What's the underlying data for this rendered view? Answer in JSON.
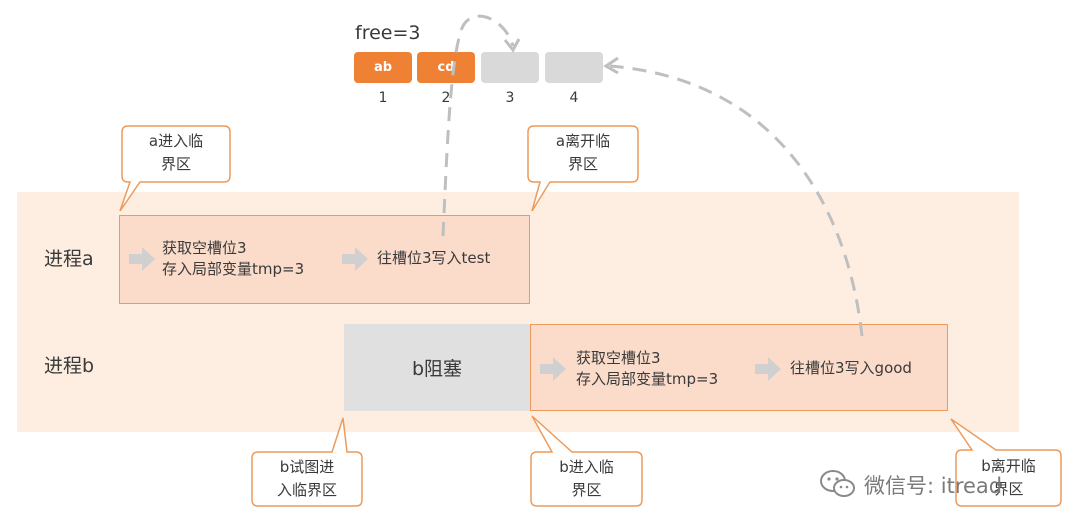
{
  "free_label": "free=3",
  "slots": [
    {
      "label": "ab",
      "number": "1",
      "state": "filled"
    },
    {
      "label": "cd",
      "number": "2",
      "state": "filled"
    },
    {
      "label": "",
      "number": "3",
      "state": "empty"
    },
    {
      "label": "",
      "number": "4",
      "state": "empty"
    }
  ],
  "process_a": {
    "label": "进程a",
    "step1": [
      "获取空槽位3",
      "存入局部变量tmp=3"
    ],
    "step2": "往槽位3写入test"
  },
  "process_b": {
    "label": "进程b",
    "blocked": "b阻塞",
    "step1": [
      "获取空槽位3",
      "存入局部变量tmp=3"
    ],
    "step2": "往槽位3写入good"
  },
  "callouts": {
    "a_enter": [
      "a进入临",
      "界区"
    ],
    "a_leave": [
      "a离开临",
      "界区"
    ],
    "b_try": [
      "b试图进",
      "入临界区"
    ],
    "b_enter": [
      "b进入临",
      "界区"
    ],
    "b_leave": [
      "b离开临",
      "界区"
    ]
  },
  "watermark": "微信号: itread",
  "colors": {
    "accent": "#ee8134",
    "slot_empty": "#d9d9d9",
    "band": "#fdeee1",
    "critical_fill": "#fbdccb",
    "critical_border": "#ee9a5a",
    "blocked_fill": "#e0e0e0",
    "arrow": "#d0d0d0",
    "dashed": "#bfbfbf"
  }
}
